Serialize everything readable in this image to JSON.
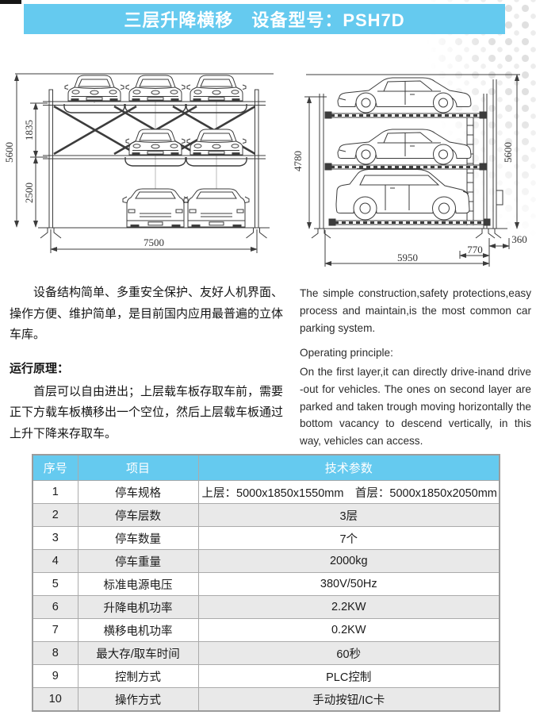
{
  "banner": {
    "title": "三层升降横移　设备型号：PSH7D"
  },
  "colors": {
    "accent": "#65CAEF",
    "row_alt": "#E9E9E9",
    "line": "#3C3C3C"
  },
  "diagrams": {
    "front": {
      "h_total": "5600",
      "h_upper": "1835",
      "h_lower": "2500",
      "width": "7500"
    },
    "side": {
      "h_inner": "4780",
      "h_total": "5600",
      "width": "5950",
      "w_inner": "770",
      "w_outer": "360"
    }
  },
  "intro": {
    "cn_para": "设备结构简单、多重安全保护、友好人机界面、操作方便、维护简单，是目前国内应用最普遍的立体车库。",
    "cn_heading": "运行原理：",
    "cn_principle": "首层可以自由进出；上层载车板存取车前，需要正下方载车板横移出一个空位，然后上层载车板通过上升下降来存取车。",
    "en_para": "The simple construction,safety protections,easy process and maintain,is the most common car parking system.",
    "en_heading": "Operating principle:",
    "en_principle": "On the first layer,it can directly drive-inand drive -out for vehicles. The ones on second layer are parked and taken trough moving horizontally the bottom vacancy to descend vertically, in this way, vehicles can access."
  },
  "table": {
    "headers": [
      "序号",
      "项目",
      "技术参数"
    ],
    "rows": [
      {
        "no": "1",
        "item": "停车规格",
        "value": "上层：5000x1850x1550mm　首层：5000x1850x2050mm"
      },
      {
        "no": "2",
        "item": "停车层数",
        "value": "3层"
      },
      {
        "no": "3",
        "item": "停车数量",
        "value": "7个"
      },
      {
        "no": "4",
        "item": "停车重量",
        "value": "2000kg"
      },
      {
        "no": "5",
        "item": "标准电源电压",
        "value": "380V/50Hz"
      },
      {
        "no": "6",
        "item": "升降电机功率",
        "value": "2.2KW"
      },
      {
        "no": "7",
        "item": "横移电机功率",
        "value": "0.2KW"
      },
      {
        "no": "8",
        "item": "最大存/取车时间",
        "value": "60秒"
      },
      {
        "no": "9",
        "item": "控制方式",
        "value": "PLC控制"
      },
      {
        "no": "10",
        "item": "操作方式",
        "value": "手动按钮/IC卡"
      }
    ]
  }
}
